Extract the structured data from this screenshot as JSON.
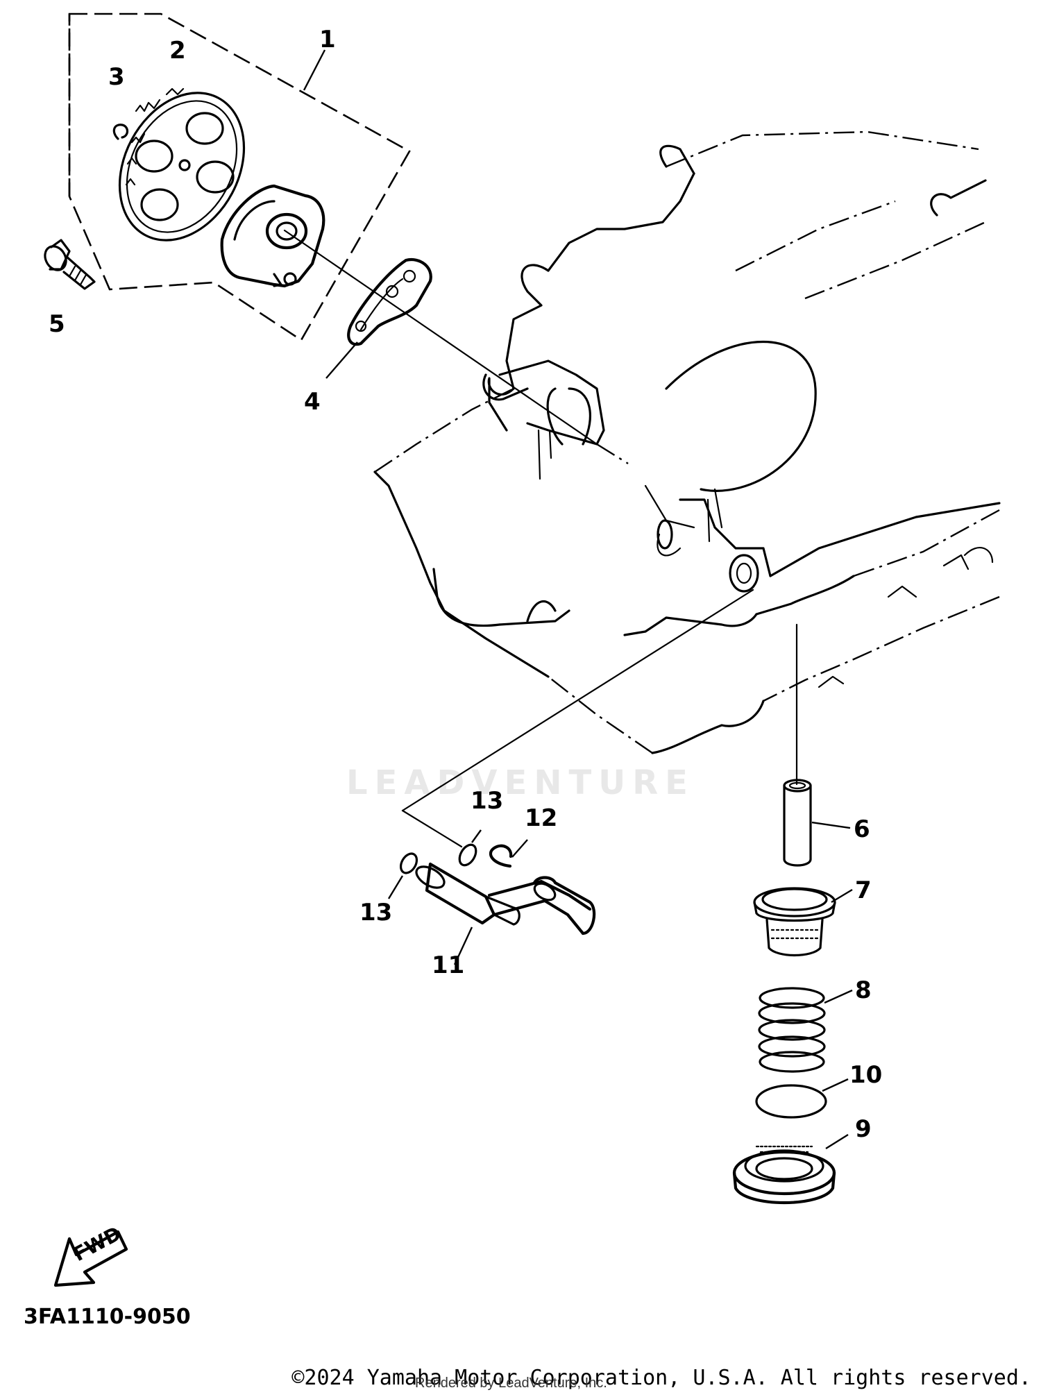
{
  "diagram": {
    "callouts": [
      {
        "id": "1",
        "label": "1"
      },
      {
        "id": "2",
        "label": "2"
      },
      {
        "id": "3",
        "label": "3"
      },
      {
        "id": "4",
        "label": "4"
      },
      {
        "id": "5",
        "label": "5"
      },
      {
        "id": "6",
        "label": "6"
      },
      {
        "id": "7",
        "label": "7"
      },
      {
        "id": "8",
        "label": "8"
      },
      {
        "id": "9",
        "label": "9"
      },
      {
        "id": "10",
        "label": "10"
      },
      {
        "id": "11",
        "label": "11"
      },
      {
        "id": "12",
        "label": "12"
      },
      {
        "id": "13a",
        "label": "13"
      },
      {
        "id": "13b",
        "label": "13"
      }
    ],
    "direction_arrow": "FWD",
    "part_code": "3FA1110-9050",
    "watermark": "LEADVENTURE"
  },
  "footer": {
    "copyright": "©2024 Yamaha Motor Corporation, U.S.A. All rights reserved.",
    "rendered_by": "Rendered by LeadVenture, Inc."
  }
}
